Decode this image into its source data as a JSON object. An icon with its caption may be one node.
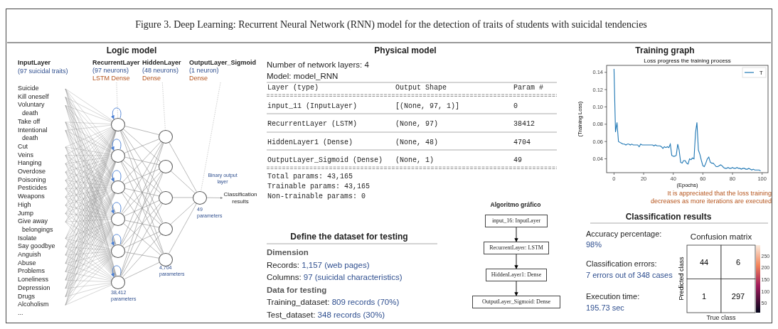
{
  "diagram": {
    "title": "Figure 3. Deep Learning: Recurrent Neural Network (RNN) model for the detection of traits of students with suicidal tendencies",
    "nodes": [
      {
        "text": [
          "RecurrentLayer",
          "(97 neurons)",
          "LSTM Dense"
        ]
      },
      {
        "text": [
          "HiddenLayer",
          "(48 neurons)",
          "Dense"
        ]
      },
      {
        "text": [
          "OutputLayer_Sigmoid",
          "(1 neuron)",
          "Dense"
        ]
      },
      {
        "text": [],
        "shape": "circle"
      },
      {
        "text": [],
        "shape": "circle"
      },
      {
        "text": [],
        "shape": "circle"
      },
      {
        "text": [],
        "shape": "circle"
      },
      {
        "text": [],
        "shape": "circle"
      },
      {
        "text": [],
        "shape": "circle"
      },
      {
        "text": [],
        "shape": "circle"
      },
      {
        "text": [],
        "shape": "circle"
      },
      {
        "text": [],
        "shape": "circle"
      },
      {
        "text": [],
        "shape": "circle"
      },
      {
        "text": [],
        "shape": "circle"
      },
      {
        "text": [],
        "shape": "circle",
        "beside": [
          "Binary output layer",
          "49 parameters"
        ]
      },
      {
        "text": [
          "Classification results"
        ]
      },
      {
        "text": [
          "input_16: InputLayer"
        ]
      },
      {
        "text": [
          "RecurrentLayer: LSTM"
        ]
      },
      {
        "text": [
          "HiddenLayer1: Dense"
        ]
      },
      {
        "text": [
          "OutputLayer_Sigmoid: Dense"
        ]
      }
    ],
    "edges": [
      {
        "from": 0,
        "to": 3,
        "arrow": "none",
        "style": "dashed"
      },
      {
        "from": 1,
        "to": 9,
        "arrow": "none",
        "style": "dashed"
      },
      {
        "from": 2,
        "to": 14,
        "arrow": "none",
        "style": "dashed"
      },
      {
        "from": 3,
        "to": 3,
        "arrow": "to",
        "color": "#4a7fd4"
      },
      {
        "from": 4,
        "to": 4,
        "arrow": "to",
        "color": "#4a7fd4"
      },
      {
        "from": 5,
        "to": 5,
        "arrow": "to",
        "color": "#4a7fd4"
      },
      {
        "from": 6,
        "to": 6,
        "arrow": "to",
        "color": "#4a7fd4"
      },
      {
        "from": 7,
        "to": 7,
        "arrow": "to",
        "color": "#4a7fd4"
      },
      {
        "from": 8,
        "to": 8,
        "arrow": "to",
        "color": "#4a7fd4"
      },
      {
        "from": 3,
        "to": 9,
        "arrow": "none"
      },
      {
        "from": 3,
        "to": 10,
        "arrow": "none"
      },
      {
        "from": 3,
        "to": 11,
        "arrow": "none"
      },
      {
        "from": 3,
        "to": 12,
        "arrow": "none"
      },
      {
        "from": 3,
        "to": 13,
        "arrow": "none"
      },
      {
        "from": 4,
        "to": 9,
        "arrow": "none"
      },
      {
        "from": 4,
        "to": 10,
        "arrow": "none"
      },
      {
        "from": 4,
        "to": 11,
        "arrow": "none"
      },
      {
        "from": 4,
        "to": 12,
        "arrow": "none"
      },
      {
        "from": 4,
        "to": 13,
        "arrow": "none"
      },
      {
        "from": 5,
        "to": 9,
        "arrow": "none"
      },
      {
        "from": 5,
        "to": 10,
        "arrow": "none"
      },
      {
        "from": 5,
        "to": 11,
        "arrow": "none"
      },
      {
        "from": 5,
        "to": 12,
        "arrow": "none"
      },
      {
        "from": 5,
        "to": 13,
        "arrow": "none"
      },
      {
        "from": 6,
        "to": 9,
        "arrow": "none"
      },
      {
        "from": 6,
        "to": 10,
        "arrow": "none"
      },
      {
        "from": 6,
        "to": 11,
        "arrow": "none"
      },
      {
        "from": 6,
        "to": 12,
        "arrow": "none"
      },
      {
        "from": 6,
        "to": 13,
        "arrow": "none"
      },
      {
        "from": 7,
        "to": 9,
        "arrow": "none"
      },
      {
        "from": 7,
        "to": 10,
        "arrow": "none"
      },
      {
        "from": 7,
        "to": 11,
        "arrow": "none"
      },
      {
        "from": 7,
        "to": 12,
        "arrow": "none"
      },
      {
        "from": 7,
        "to": 13,
        "arrow": "none"
      },
      {
        "from": 8,
        "to": 9,
        "arrow": "none"
      },
      {
        "from": 8,
        "to": 10,
        "arrow": "none"
      },
      {
        "from": 8,
        "to": 11,
        "arrow": "none"
      },
      {
        "from": 8,
        "to": 12,
        "arrow": "none"
      },
      {
        "from": 8,
        "to": 13,
        "arrow": "none"
      },
      {
        "from": 9,
        "to": 14,
        "arrow": "none"
      },
      {
        "from": 10,
        "to": 14,
        "arrow": "none"
      },
      {
        "from": 11,
        "to": 14,
        "arrow": "none"
      },
      {
        "from": 12,
        "to": 14,
        "arrow": "none"
      },
      {
        "from": 13,
        "to": 14,
        "arrow": "none"
      },
      {
        "from": 14,
        "to": 15,
        "arrow": "to"
      },
      {
        "from": 16,
        "to": 17,
        "arrow": "to",
        "color": "#000000"
      },
      {
        "from": 17,
        "to": 18,
        "arrow": "to",
        "color": "#000000"
      },
      {
        "from": 18,
        "to": 19,
        "arrow": "to",
        "color": "#000000"
      }
    ],
    "labels": [
      "Logic model",
      "InputLayer",
      "(97 suicidal traits)",
      "Suicide",
      "Kill oneself",
      "Voluntary death",
      "Take off",
      "Intentional death",
      "Cut",
      "Veins",
      "Hanging",
      "Overdose",
      "Poisoning",
      "Pesticides",
      "Weapons",
      "High",
      "Jump",
      "Give away belongings",
      "Isolate",
      "Say goodbye",
      "Anguish",
      "Abuse",
      "Problems",
      "Loneliness",
      "Depression",
      "Drugs",
      "Alcoholism",
      "...",
      "4,704 parameters",
      "38,412 parameters",
      "Physical model",
      "Number of network layers: 4",
      "Model: model_RNN",
      "Layer (type)",
      "Output Shape",
      "Param #",
      "input_11 (InputLayer)",
      "[(None, 97, 1)]",
      "0",
      "RecurrentLayer (LSTM)",
      "(None, 97)",
      "38412",
      "HiddenLayer1 (Dense)",
      "(None, 48)",
      "4704",
      "OutputLayer_Sigmoid (Dense)",
      "(None, 1)",
      "49",
      "Total params: 43,165",
      "Trainable params: 43,165",
      "Non-trainable params: 0",
      "Define the dataset for testing",
      "Dimension",
      "Records: 1,157 (web pages)",
      "Columns: 97 (suicidal characteristics)",
      "Data for testing",
      "Training_dataset: 809 records (70%)",
      "Test_dataset: 348 records (30%)",
      "Algoritmo gráfico",
      "Training graph",
      "It is appreciated that the loss training decreases as more iterations are executed",
      "Classification results",
      "Accuracy percentage:",
      "98%",
      "Classification errors:",
      "7 errors out of 348 cases",
      "Execution time:",
      "195.73 sec",
      "Confusion matrix",
      "44",
      "6",
      "1",
      "297",
      "Predicted class",
      "True class",
      "250",
      "200",
      "150",
      "100",
      "50"
    ],
    "chart_data": {
      "type": "line",
      "title": "Loss progress the training process",
      "xlabel": "(Epochs)",
      "ylabel": "(Training Loss)",
      "x": [
        0,
        1,
        2,
        3,
        4,
        5,
        6,
        7,
        8,
        9,
        10,
        11,
        12,
        13,
        14,
        15,
        16,
        17,
        18,
        19,
        20,
        21,
        22,
        23,
        24,
        25,
        26,
        27,
        28,
        29,
        30,
        31,
        32,
        33,
        34,
        35,
        36,
        37,
        38,
        39,
        40,
        41,
        42,
        43,
        44,
        45,
        46,
        47,
        48,
        49,
        50,
        51,
        52,
        53,
        54,
        55,
        56,
        57,
        58,
        59,
        60,
        61,
        62,
        63,
        64,
        65,
        66,
        67,
        68,
        69,
        70,
        71,
        72,
        73,
        74,
        75,
        76,
        77,
        78,
        79,
        80,
        81,
        82,
        83,
        84,
        85,
        86,
        87,
        88,
        89,
        90,
        91,
        92,
        93,
        94,
        95,
        96,
        97,
        98,
        99
      ],
      "series": [
        {
          "name": "T",
          "color": "#1f77b4",
          "values": [
            0.144,
            0.071,
            0.082,
            0.06,
            0.059,
            0.058,
            0.057,
            0.057,
            0.056,
            0.057,
            0.057,
            0.056,
            0.057,
            0.056,
            0.056,
            0.056,
            0.056,
            0.054,
            0.057,
            0.056,
            0.056,
            0.056,
            0.056,
            0.056,
            0.056,
            0.056,
            0.056,
            0.055,
            0.056,
            0.055,
            0.055,
            0.055,
            0.054,
            0.052,
            0.054,
            0.053,
            0.054,
            0.053,
            0.057,
            0.044,
            0.043,
            0.043,
            0.044,
            0.057,
            0.05,
            0.036,
            0.035,
            0.038,
            0.038,
            0.035,
            0.034,
            0.04,
            0.039,
            0.041,
            0.04,
            0.07,
            0.082,
            0.05,
            0.045,
            0.038,
            0.032,
            0.031,
            0.035,
            0.04,
            0.042,
            0.036,
            0.035,
            0.035,
            0.033,
            0.031,
            0.031,
            0.032,
            0.033,
            0.032,
            0.03,
            0.029,
            0.029,
            0.03,
            0.029,
            0.029,
            0.03,
            0.029,
            0.029,
            0.03,
            0.029,
            0.029,
            0.028,
            0.029,
            0.029,
            0.028,
            0.028,
            0.029,
            0.028,
            0.027,
            0.028,
            0.027,
            0.027,
            0.027,
            0.027,
            0.026
          ]
        }
      ],
      "xlim": [
        -5,
        104
      ],
      "ylim": [
        0.024,
        0.148
      ],
      "xticks": [
        0,
        20,
        40,
        60,
        80,
        100
      ],
      "yticks": [
        0.04,
        0.06,
        0.08,
        {
          "value": 0.1,
          "label": "0.10"
        },
        0.12,
        0.14
      ]
    }
  }
}
